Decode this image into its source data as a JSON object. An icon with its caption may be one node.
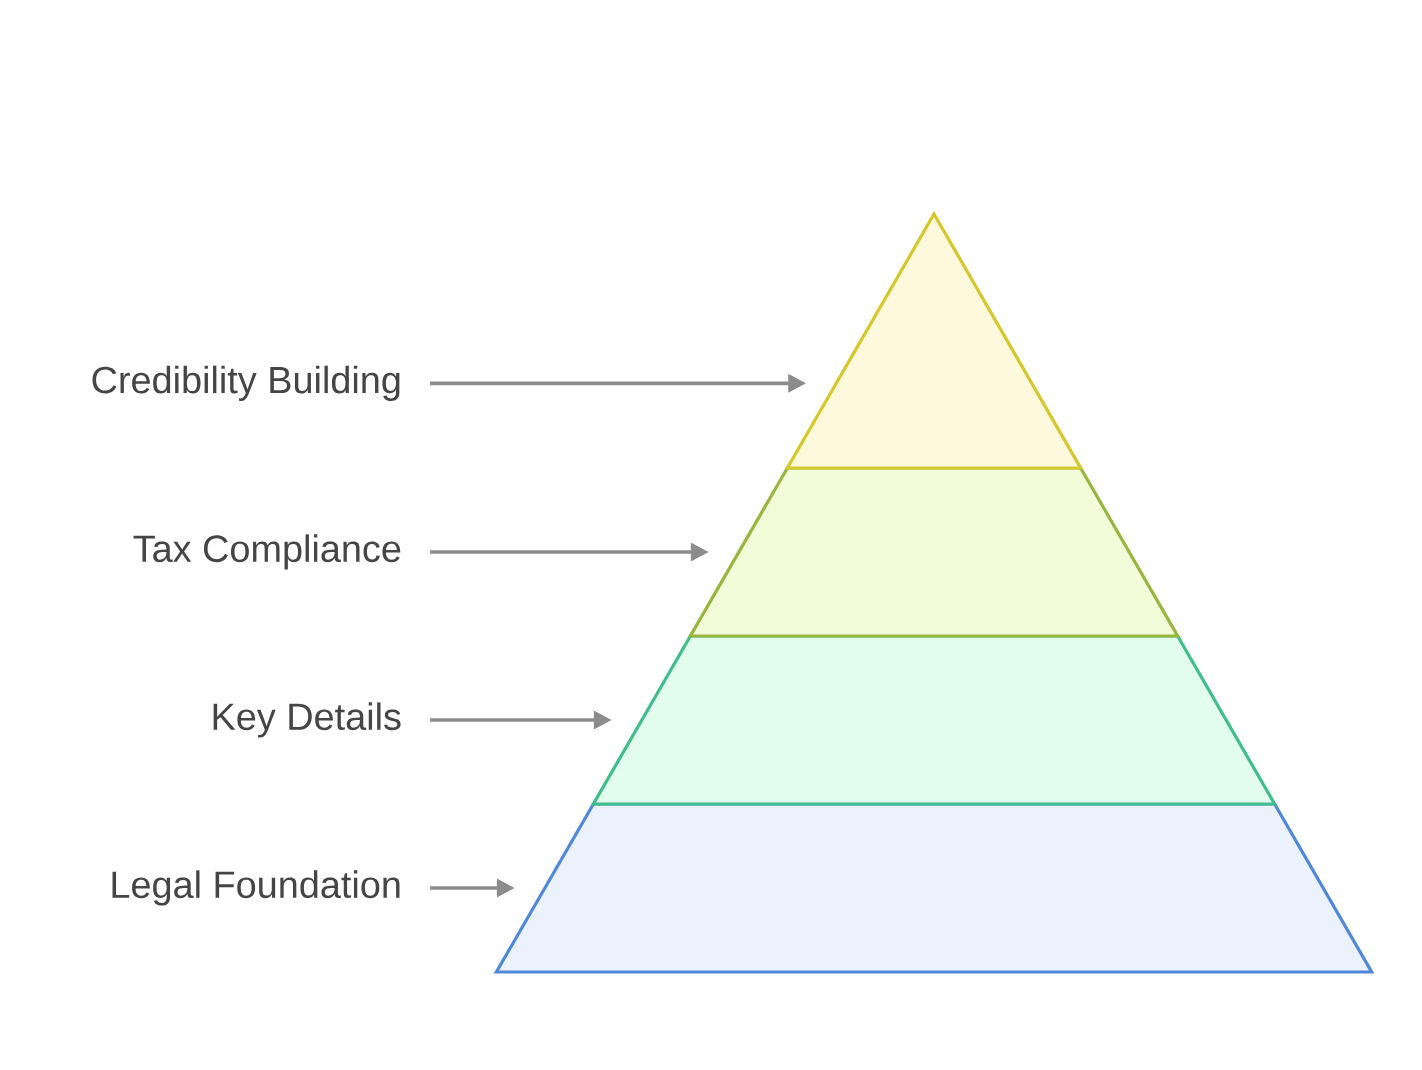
{
  "diagram": {
    "nodes": [
      {
        "text": [
          "Credibility Building"
        ]
      },
      {
        "text": [
          "Tax Compliance"
        ]
      },
      {
        "text": [
          "Key Details"
        ]
      },
      {
        "text": [
          "Legal Foundation"
        ]
      },
      {
        "text": [],
        "shape": "triangle"
      },
      {
        "text": [],
        "shape": "trapezoid"
      },
      {
        "text": [],
        "shape": "trapezoid"
      },
      {
        "text": [],
        "shape": "trapezoid"
      }
    ],
    "edges": [
      {
        "from": 0,
        "to": 4,
        "arrow": "to"
      },
      {
        "from": 1,
        "to": 5,
        "arrow": "to"
      },
      {
        "from": 2,
        "to": 6,
        "arrow": "to"
      },
      {
        "from": 3,
        "to": 7,
        "arrow": "to"
      }
    ]
  }
}
